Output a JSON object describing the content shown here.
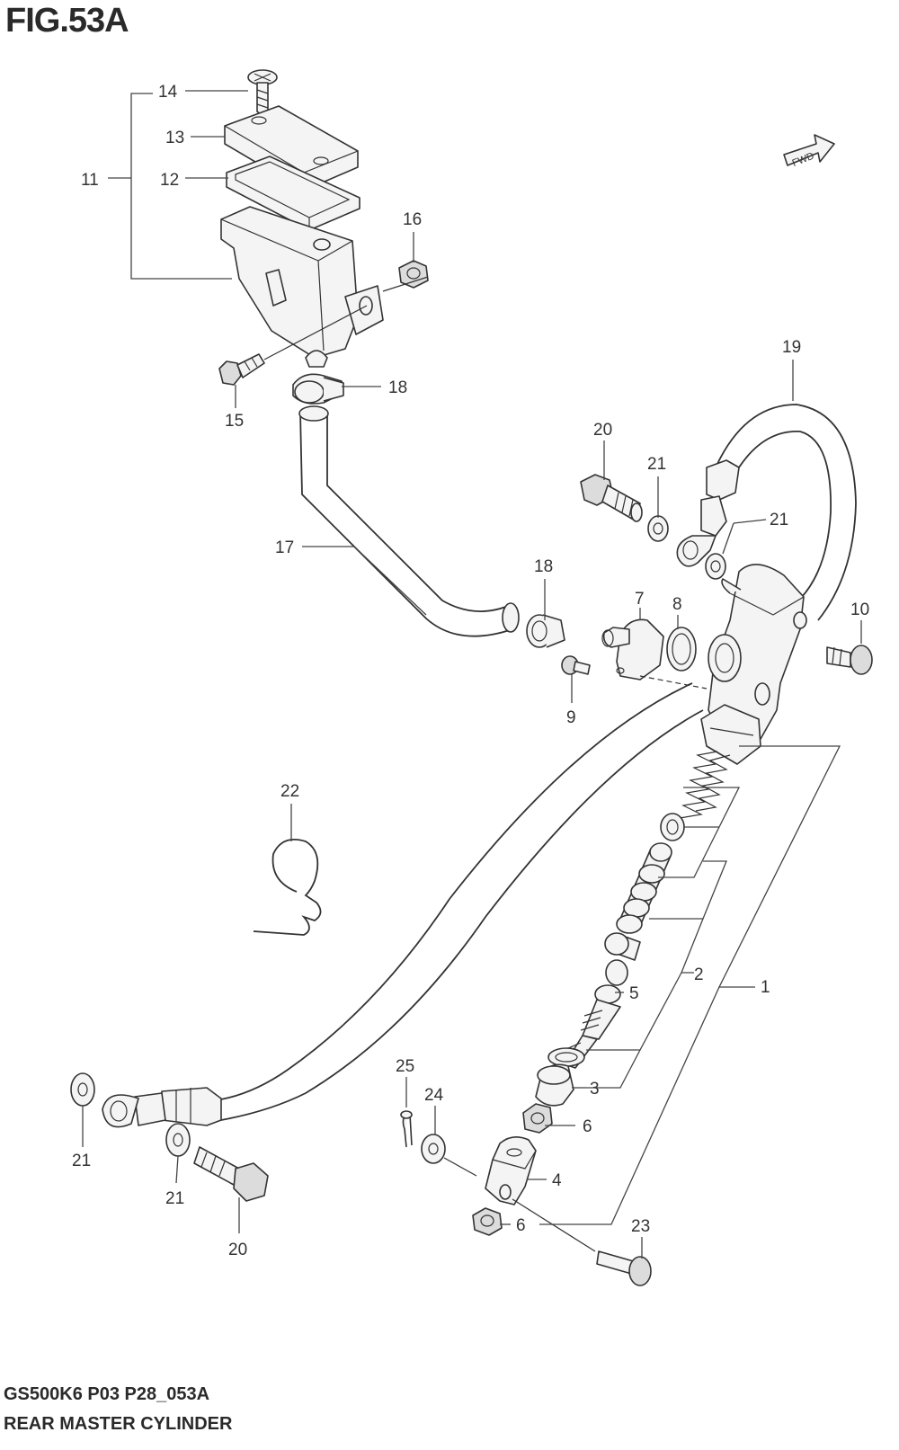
{
  "figure": {
    "title": "FIG.53A",
    "model_code": "GS500K6 P03 P28_053A",
    "caption": "REAR MASTER CYLINDER",
    "fwd_label": "FWD"
  },
  "callouts": [
    {
      "id": "c14",
      "text": "14"
    },
    {
      "id": "c13",
      "text": "13"
    },
    {
      "id": "c11",
      "text": "11"
    },
    {
      "id": "c12",
      "text": "12"
    },
    {
      "id": "c16",
      "text": "16"
    },
    {
      "id": "c18a",
      "text": "18"
    },
    {
      "id": "c15",
      "text": "15"
    },
    {
      "id": "c19",
      "text": "19"
    },
    {
      "id": "c20a",
      "text": "20"
    },
    {
      "id": "c21a",
      "text": "21"
    },
    {
      "id": "c21b",
      "text": "21"
    },
    {
      "id": "c17",
      "text": "17"
    },
    {
      "id": "c18b",
      "text": "18"
    },
    {
      "id": "c7",
      "text": "7"
    },
    {
      "id": "c8",
      "text": "8"
    },
    {
      "id": "c10",
      "text": "10"
    },
    {
      "id": "c9",
      "text": "9"
    },
    {
      "id": "c22",
      "text": "22"
    },
    {
      "id": "c2",
      "text": "2"
    },
    {
      "id": "c1",
      "text": "1"
    },
    {
      "id": "c5",
      "text": "5"
    },
    {
      "id": "c25",
      "text": "25"
    },
    {
      "id": "c24",
      "text": "24"
    },
    {
      "id": "c3",
      "text": "3"
    },
    {
      "id": "c6a",
      "text": "6"
    },
    {
      "id": "c4",
      "text": "4"
    },
    {
      "id": "c6b",
      "text": "6"
    },
    {
      "id": "c23",
      "text": "23"
    },
    {
      "id": "c21c",
      "text": "21"
    },
    {
      "id": "c21d",
      "text": "21"
    },
    {
      "id": "c20b",
      "text": "20"
    }
  ]
}
